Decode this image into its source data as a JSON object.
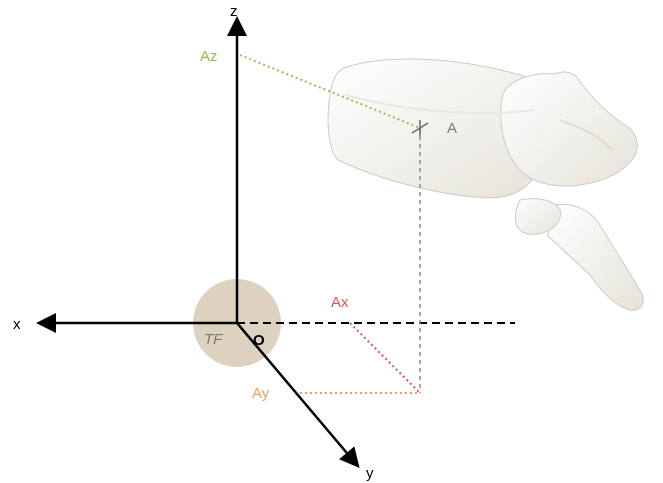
{
  "axes": {
    "z_label": "z",
    "x_label": "x",
    "y_label": "y",
    "origin_label": "O"
  },
  "point": {
    "label": "A",
    "projection_x_label": "Ax",
    "projection_y_label": "Ay",
    "projection_z_label": "Az"
  },
  "circle": {
    "label": "TF"
  },
  "colors": {
    "axis": "#000000",
    "ax": "#d9534f",
    "ay": "#f5a05a",
    "az": "#8cc152",
    "circle_fill": "#d9ccb8",
    "label_gray": "#7a7a7a",
    "bone_fill": "#f4f2ee",
    "bone_shadow": "#d9d4cc"
  }
}
